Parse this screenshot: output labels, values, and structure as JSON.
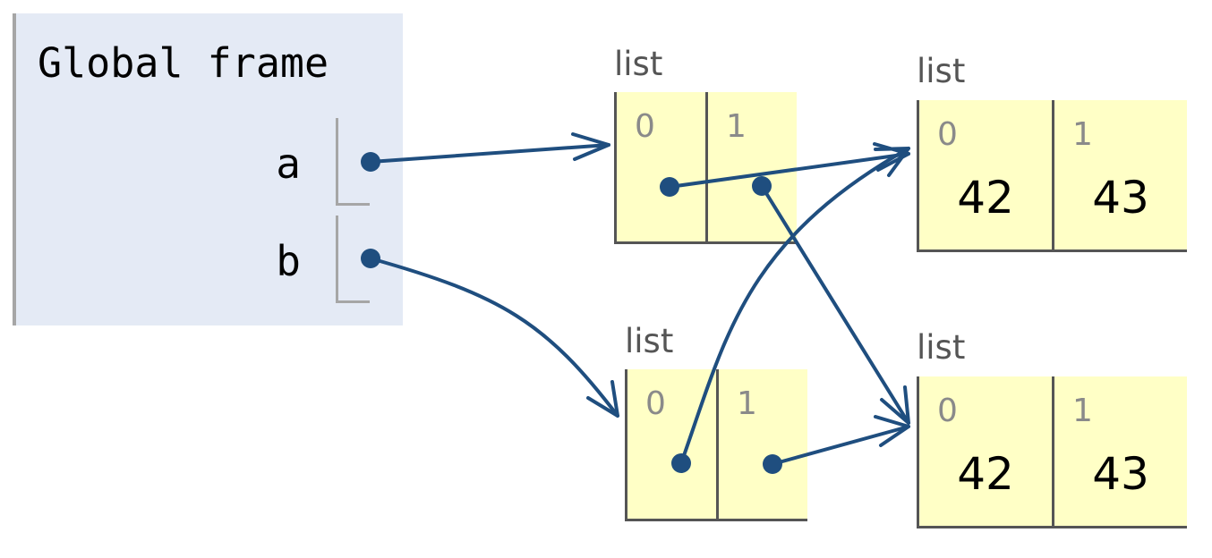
{
  "global_frame": {
    "title": "Global frame",
    "variables": [
      {
        "name": "a"
      },
      {
        "name": "b"
      }
    ]
  },
  "lists": [
    {
      "label": "list",
      "cells": [
        {
          "index": "0",
          "value": ""
        },
        {
          "index": "1",
          "value": ""
        }
      ]
    },
    {
      "label": "list",
      "cells": [
        {
          "index": "0",
          "value": "42"
        },
        {
          "index": "1",
          "value": "43"
        }
      ]
    },
    {
      "label": "list",
      "cells": [
        {
          "index": "0",
          "value": ""
        },
        {
          "index": "1",
          "value": ""
        }
      ]
    },
    {
      "label": "list",
      "cells": [
        {
          "index": "0",
          "value": "42"
        },
        {
          "index": "1",
          "value": "43"
        }
      ]
    }
  ],
  "colors": {
    "frame_bg": "#e4eaf5",
    "cell_bg": "#ffffc6",
    "pointer": "#1f4e7f"
  }
}
